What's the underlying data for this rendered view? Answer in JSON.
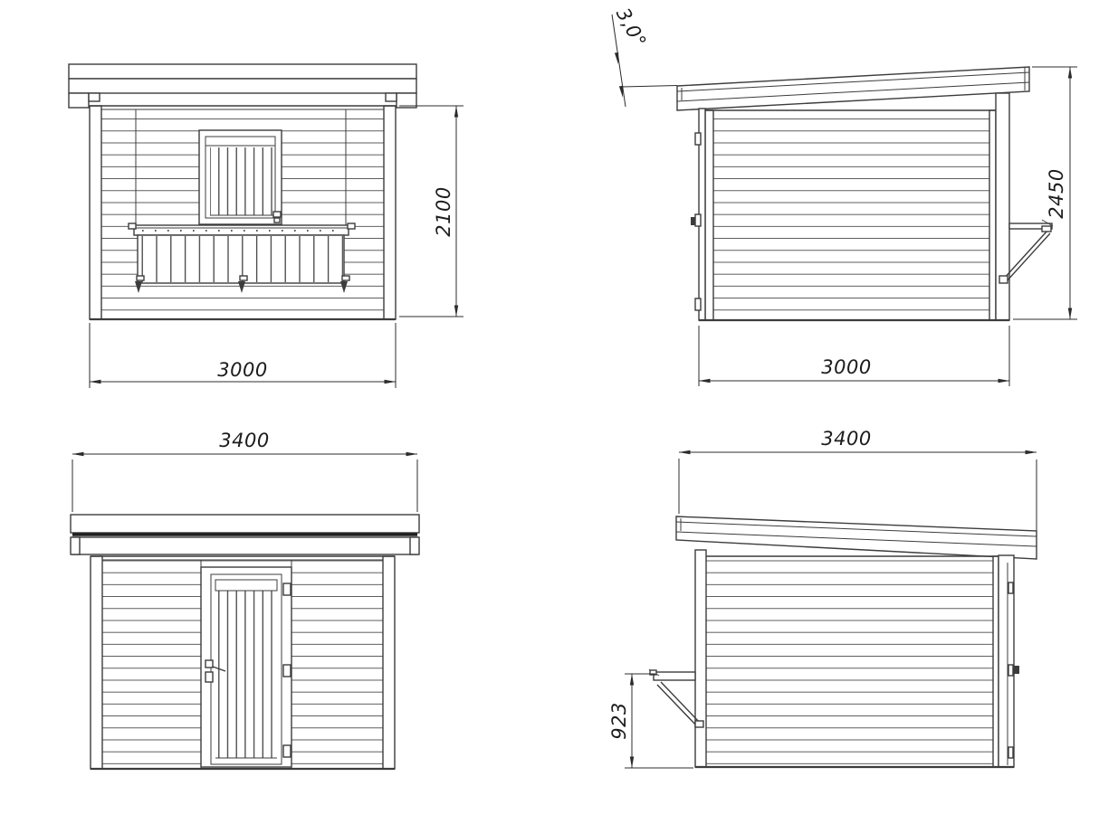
{
  "drawing": {
    "colors": {
      "background": "#ffffff",
      "line": "#3c3c3c",
      "dimension": "#2c2c2c",
      "text": "#1d1d1d",
      "roof_edge": "#202020"
    },
    "views": {
      "front": {
        "width_label": "3000",
        "height_label": "2100"
      },
      "side_a": {
        "roof_angle_label": "3,0°",
        "height_label": "2450",
        "width_label": "3000"
      },
      "rear": {
        "width_label": "3400"
      },
      "side_b": {
        "width_label": "3400",
        "hatch_height_label": "923"
      }
    }
  }
}
